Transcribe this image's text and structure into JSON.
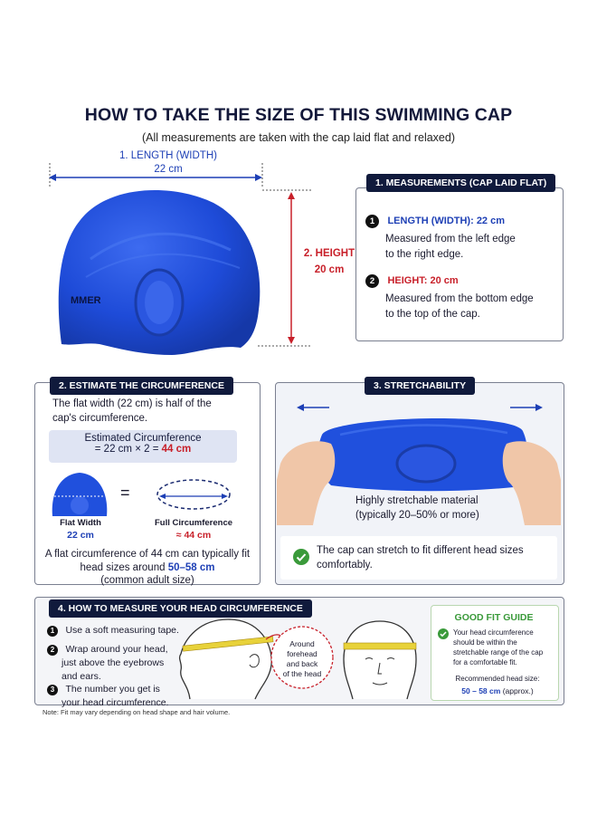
{
  "title": "HOW TO TAKE THE SIZE OF THIS SWIMMING CAP",
  "subtitle": "(All measurements are taken with the cap laid flat and relaxed)",
  "cap_diagram": {
    "length_label": "1. LENGTH (WIDTH)",
    "length_value": "22 cm",
    "height_label": "2. HEIGHT",
    "height_value": "20 cm",
    "brand_text": "MMER"
  },
  "measurements": {
    "header": "1. MEASUREMENTS (CAP LAID FLAT)",
    "items": [
      {
        "num": "1",
        "label": "LENGTH (WIDTH): 22 cm",
        "desc1": "Measured from the left edge",
        "desc2": "to the right edge."
      },
      {
        "num": "2",
        "label": "HEIGHT: 20 cm",
        "desc1": "Measured from the bottom edge",
        "desc2": "to the top of the cap."
      }
    ]
  },
  "circumference": {
    "header": "2. ESTIMATE THE CIRCUMFERENCE",
    "intro1": "The flat width (22 cm) is half of the",
    "intro2": "cap's circumference.",
    "formula_title": "Estimated Circumference",
    "formula_text": "= 22 cm × 2 =",
    "formula_result": "44 cm",
    "equals": "=",
    "flat_width_label": "Flat Width",
    "flat_width_value": "22 cm",
    "full_circ_label": "Full Circumference",
    "full_circ_value": "≈ 44 cm",
    "note1": "A flat circumference of 44 cm can typically fit",
    "note2a": "head sizes around",
    "note2b": "50–58 cm",
    "note3": "(common adult size)"
  },
  "stretch": {
    "header": "3. STRETCHABILITY",
    "caption1": "Highly stretchable material",
    "caption2": "(typically 20–50% or more)",
    "check_text1": "The cap can stretch to fit different head sizes",
    "check_text2": "comfortably."
  },
  "head": {
    "header": "4. HOW TO MEASURE YOUR HEAD CIRCUMFERENCE",
    "steps": [
      {
        "num": "1",
        "l1": "Use a soft measuring tape.",
        "l2": "",
        "l3": ""
      },
      {
        "num": "2",
        "l1": "Wrap around your head,",
        "l2": "just above the eyebrows",
        "l3": "and ears."
      },
      {
        "num": "3",
        "l1": "The number you get is",
        "l2": "your head circumference.",
        "l3": ""
      }
    ],
    "callout": [
      "Around",
      "forehead",
      "and back",
      "of the head"
    ]
  },
  "fit_guide": {
    "title": "GOOD FIT GUIDE",
    "l1": "Your head circumference",
    "l2": "should be within the",
    "l3": "stretchable range of the cap",
    "l4": "for a comfortable fit.",
    "rec": "Recommended head size:",
    "range": "50 – 58 cm",
    "approx": "(approx.)"
  },
  "footnote": "Note: Fit may vary depending on head shape and hair volume.",
  "colors": {
    "accent_blue": "#1d3fb5",
    "accent_red": "#c8202a",
    "navy": "#101a3c",
    "green": "#3a9a3a"
  }
}
